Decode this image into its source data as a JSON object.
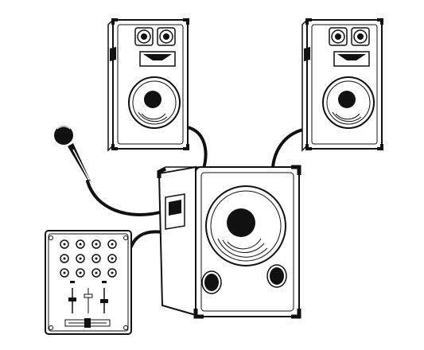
{
  "diagram": {
    "background": "#ffffff",
    "line_color": "#111111",
    "nodes": [
      {
        "id": "left-speaker",
        "icon": "three-way-speaker-icon"
      },
      {
        "id": "right-speaker",
        "icon": "three-way-speaker-icon"
      },
      {
        "id": "subwoofer",
        "icon": "subwoofer-icon"
      },
      {
        "id": "microphone",
        "icon": "microphone-icon"
      },
      {
        "id": "mixer",
        "icon": "dj-mixer-icon"
      }
    ],
    "connections": [
      {
        "from": "left-speaker",
        "to": "subwoofer"
      },
      {
        "from": "right-speaker",
        "to": "subwoofer"
      },
      {
        "from": "microphone",
        "to": "subwoofer"
      },
      {
        "from": "mixer",
        "to": "subwoofer"
      }
    ]
  }
}
